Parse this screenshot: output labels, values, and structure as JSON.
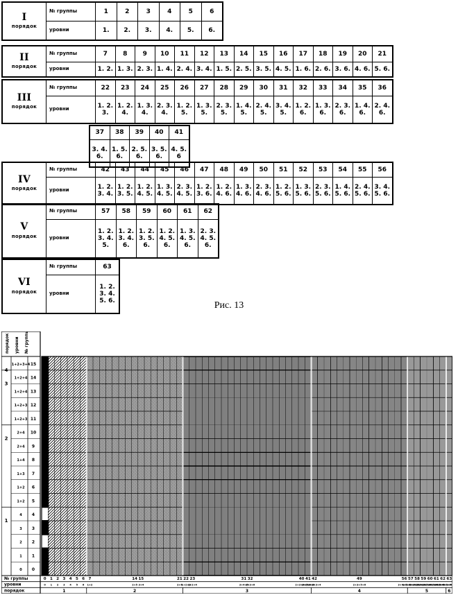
{
  "headers": {
    "group_label": "№ группы",
    "levels_label": "уровни"
  },
  "orders": [
    {
      "roman": "I",
      "word": "порядок",
      "blocks": [
        {
          "groups": [
            "1",
            "2",
            "3",
            "4",
            "5",
            "6"
          ],
          "levels": [
            "1.",
            "2.",
            "3.",
            "4.",
            "5.",
            "6."
          ]
        }
      ]
    },
    {
      "roman": "II",
      "word": "порядок",
      "blocks": [
        {
          "groups": [
            "7",
            "8",
            "9",
            "10",
            "11",
            "12",
            "13",
            "14",
            "15",
            "16",
            "17",
            "18",
            "19",
            "20",
            "21"
          ],
          "levels": [
            "1. 2.",
            "1. 3.",
            "2. 3.",
            "1. 4.",
            "2. 4.",
            "3. 4.",
            "1. 5.",
            "2. 5.",
            "3. 5.",
            "4. 5.",
            "1. 6.",
            "2. 6.",
            "3. 6.",
            "4. 6.",
            "5. 6."
          ]
        }
      ]
    },
    {
      "roman": "III",
      "word": "порядок",
      "blocks": [
        {
          "groups": [
            "22",
            "23",
            "24",
            "25",
            "26",
            "27",
            "28",
            "29",
            "30",
            "31",
            "32",
            "33",
            "34",
            "35",
            "36"
          ],
          "levels": [
            "1. 2.\n3.",
            "1. 2.\n4.",
            "1. 3.\n4.",
            "2. 3.\n4.",
            "1. 2.\n5.",
            "1. 3.\n5.",
            "2. 3.\n5.",
            "1. 4.\n5.",
            "2. 4.\n5.",
            "3. 4.\n5.",
            "1. 2.\n6.",
            "1. 3.\n6.",
            "2. 3.\n6.",
            "1. 4.\n6.",
            "2. 4.\n6."
          ]
        },
        {
          "groups": [
            "37",
            "38",
            "39",
            "40",
            "41"
          ],
          "levels": [
            "3. 4.\n6.",
            "1. 5.\n6.",
            "2. 5.\n6.",
            "3. 5.\n6.",
            "4. 5.\n6"
          ]
        }
      ]
    },
    {
      "roman": "IV",
      "word": "порядок",
      "blocks": [
        {
          "groups": [
            "42",
            "43",
            "44",
            "45",
            "46",
            "47",
            "48",
            "49",
            "50",
            "51",
            "52",
            "53",
            "54",
            "55",
            "56"
          ],
          "levels": [
            "1. 2.\n3. 4.",
            "1. 2.\n3. 5.",
            "1. 2.\n4. 5.",
            "1. 3.\n4. 5.",
            "2. 3.\n4. 5.",
            "1. 2.\n3. 6.",
            "1. 2.\n4. 6.",
            "1. 3.\n4. 6.",
            "2. 3.\n4. 6.",
            "1. 2.\n5. 6.",
            "1. 3.\n5. 6.",
            "2. 3.\n5. 6.",
            "1. 4.\n5. 6.",
            "2. 4.\n5. 6.",
            "3. 4.\n5. 6."
          ]
        }
      ]
    },
    {
      "roman": "V",
      "word": "порядок",
      "blocks": [
        {
          "groups": [
            "57",
            "58",
            "59",
            "60",
            "61",
            "62"
          ],
          "levels": [
            "1. 2.\n3. 4.\n5.",
            "1. 2.\n3. 4.\n6.",
            "1. 2.\n3. 5.\n6.",
            "1. 2.\n4. 5.\n6.",
            "1. 3.\n4. 5.\n6.",
            "2. 3.\n4. 5.\n6."
          ]
        }
      ]
    },
    {
      "roman": "VI",
      "word": "порядок",
      "blocks": [
        {
          "groups": [
            "63"
          ],
          "levels": [
            "1. 2.\n3. 4.\n5. 6."
          ]
        }
      ]
    }
  ],
  "caption": "Рис. 13",
  "figure14": {
    "left_headers": [
      "порядок",
      "уровни",
      "№ группы"
    ],
    "left_rows": [
      {
        "order": "4",
        "levels": "1+2+3+4",
        "number": "15"
      },
      {
        "order": "3",
        "levels": "1+2+4",
        "number": "14"
      },
      {
        "order": "",
        "levels": "1+2+4",
        "number": "13"
      },
      {
        "order": "",
        "levels": "1+2+3",
        "number": "12"
      },
      {
        "order": "",
        "levels": "1+2+3",
        "number": "11"
      },
      {
        "order": "2",
        "levels": "2+4",
        "number": "10"
      },
      {
        "order": "",
        "levels": "2+4",
        "number": "9"
      },
      {
        "order": "",
        "levels": "1+4",
        "number": "8"
      },
      {
        "order": "",
        "levels": "1+3",
        "number": "7"
      },
      {
        "order": "",
        "levels": "1+2",
        "number": "6"
      },
      {
        "order": "",
        "levels": "1+2",
        "number": "5"
      },
      {
        "order": "1",
        "levels": "4",
        "number": "4"
      },
      {
        "order": "",
        "levels": "3",
        "number": "3"
      },
      {
        "order": "",
        "levels": "2",
        "number": "2"
      },
      {
        "order": "",
        "levels": "1",
        "number": "1"
      },
      {
        "order": "",
        "levels": "0",
        "number": "0"
      }
    ],
    "bottom_labels": [
      "№ группы",
      "уровни",
      "порядок"
    ],
    "bottom_groups": [
      "0",
      "1",
      "2",
      "3",
      "4",
      "5",
      "6",
      "7",
      "14",
      "15",
      "21",
      "22",
      "23",
      "31",
      "32",
      "40",
      "41",
      "42",
      "49",
      "56",
      "57",
      "58",
      "59",
      "60",
      "61",
      "62",
      "63"
    ],
    "bottom_levels": [
      "0",
      "1",
      "2",
      "3",
      "4",
      "5",
      "6",
      "1+2",
      "2+5",
      "3+4",
      "2+6",
      "1+2+3",
      "1+2+4",
      "3+4+5",
      "1+3+6",
      "2+3+4+5",
      "1+2+4+6",
      "1+2+3+4",
      "2+3+5+6",
      "3+4+5+6",
      "1+2+3+4+5",
      "1+2+3+4+6",
      "1+2+3+5+6",
      "1+2+4+5+6",
      "1+3+4+5+6",
      "2+3+4+5+6",
      "1+2+3+4+5+6"
    ],
    "bottom_orders": [
      "1",
      "2",
      "3",
      "4",
      "5",
      "6"
    ]
  }
}
